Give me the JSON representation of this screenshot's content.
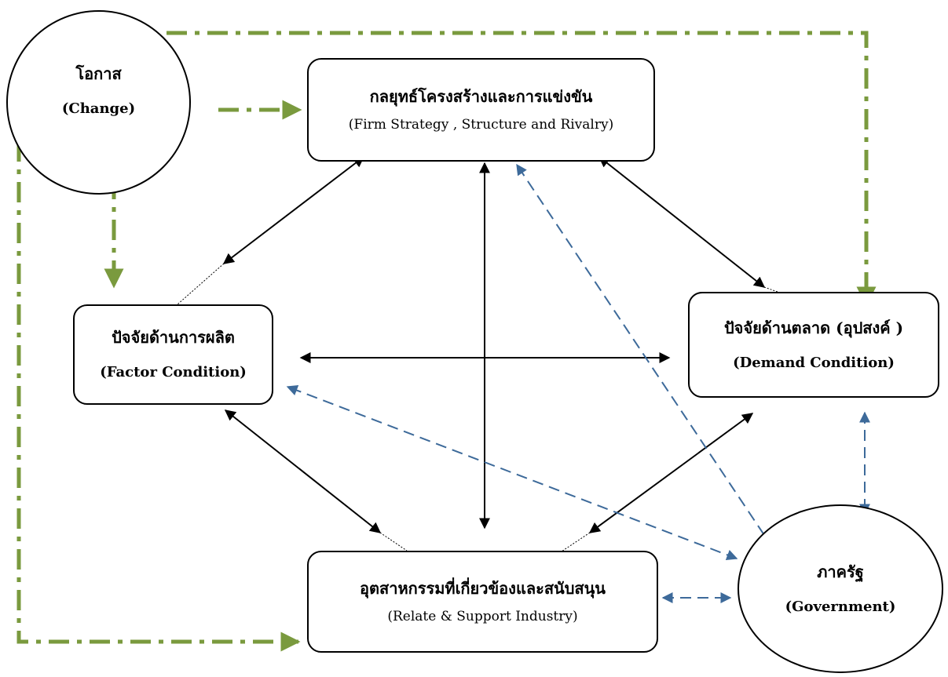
{
  "nodes": {
    "change": {
      "thai": "โอกาส",
      "english": "(Change)"
    },
    "firm_strategy": {
      "thai": "กลยุทธ์โครงสร้างและการแข่งขัน",
      "english": "(Firm Strategy , Structure and Rivalry)"
    },
    "factor_condition": {
      "thai": "ปัจจัยด้านการผลิต",
      "english": "(Factor Condition)"
    },
    "demand_condition": {
      "thai": "ปัจจัยด้านตลาด (อุปสงค์ )",
      "english": "(Demand Condition)"
    },
    "related_industry": {
      "thai": "อุตสาหกรรมที่เกี่ยวข้องและสนับสนุน",
      "english": "(Relate & Support Industry)"
    },
    "government": {
      "thai": "ภาครัฐ",
      "english": "(Government)"
    }
  },
  "colors": {
    "solid_arrow": "#000000",
    "dashed_arrow": "#3d6a9a",
    "dash_dot_arrow": "#7a9a3e"
  }
}
